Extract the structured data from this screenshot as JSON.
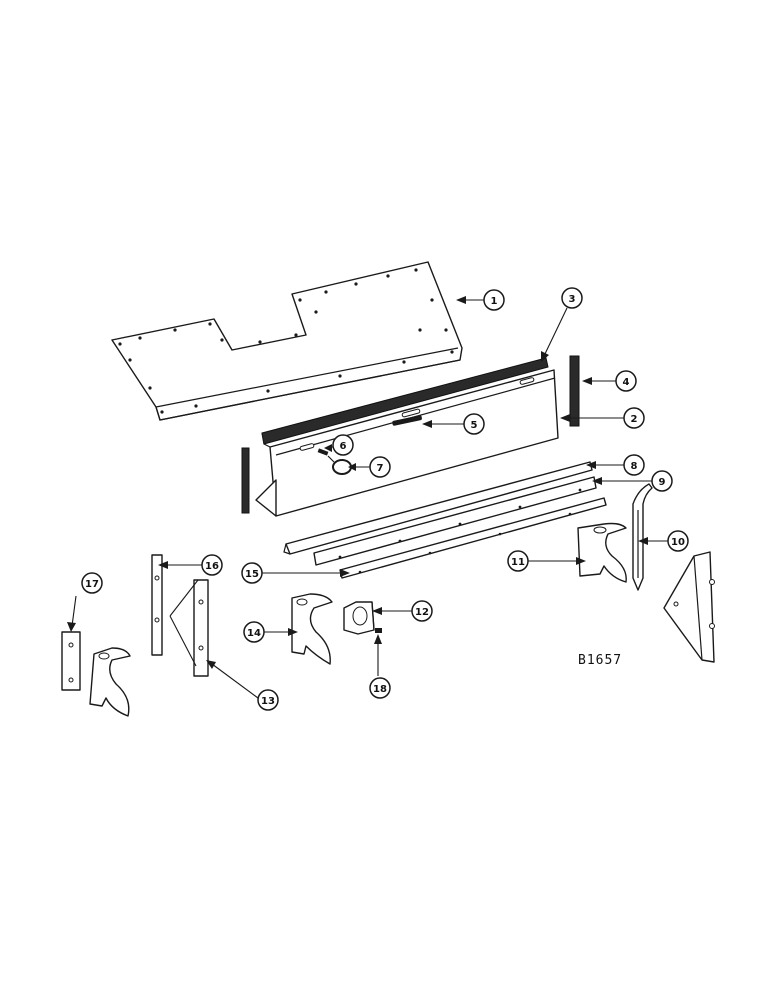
{
  "figure": {
    "reference": "B1657"
  },
  "callouts": [
    {
      "number": "1"
    },
    {
      "number": "2"
    },
    {
      "number": "3"
    },
    {
      "number": "4"
    },
    {
      "number": "5"
    },
    {
      "number": "6"
    },
    {
      "number": "7"
    },
    {
      "number": "8"
    },
    {
      "number": "9"
    },
    {
      "number": "10"
    },
    {
      "number": "11"
    },
    {
      "number": "12"
    },
    {
      "number": "13"
    },
    {
      "number": "14"
    },
    {
      "number": "15"
    },
    {
      "number": "16"
    },
    {
      "number": "17"
    },
    {
      "number": "18"
    }
  ]
}
